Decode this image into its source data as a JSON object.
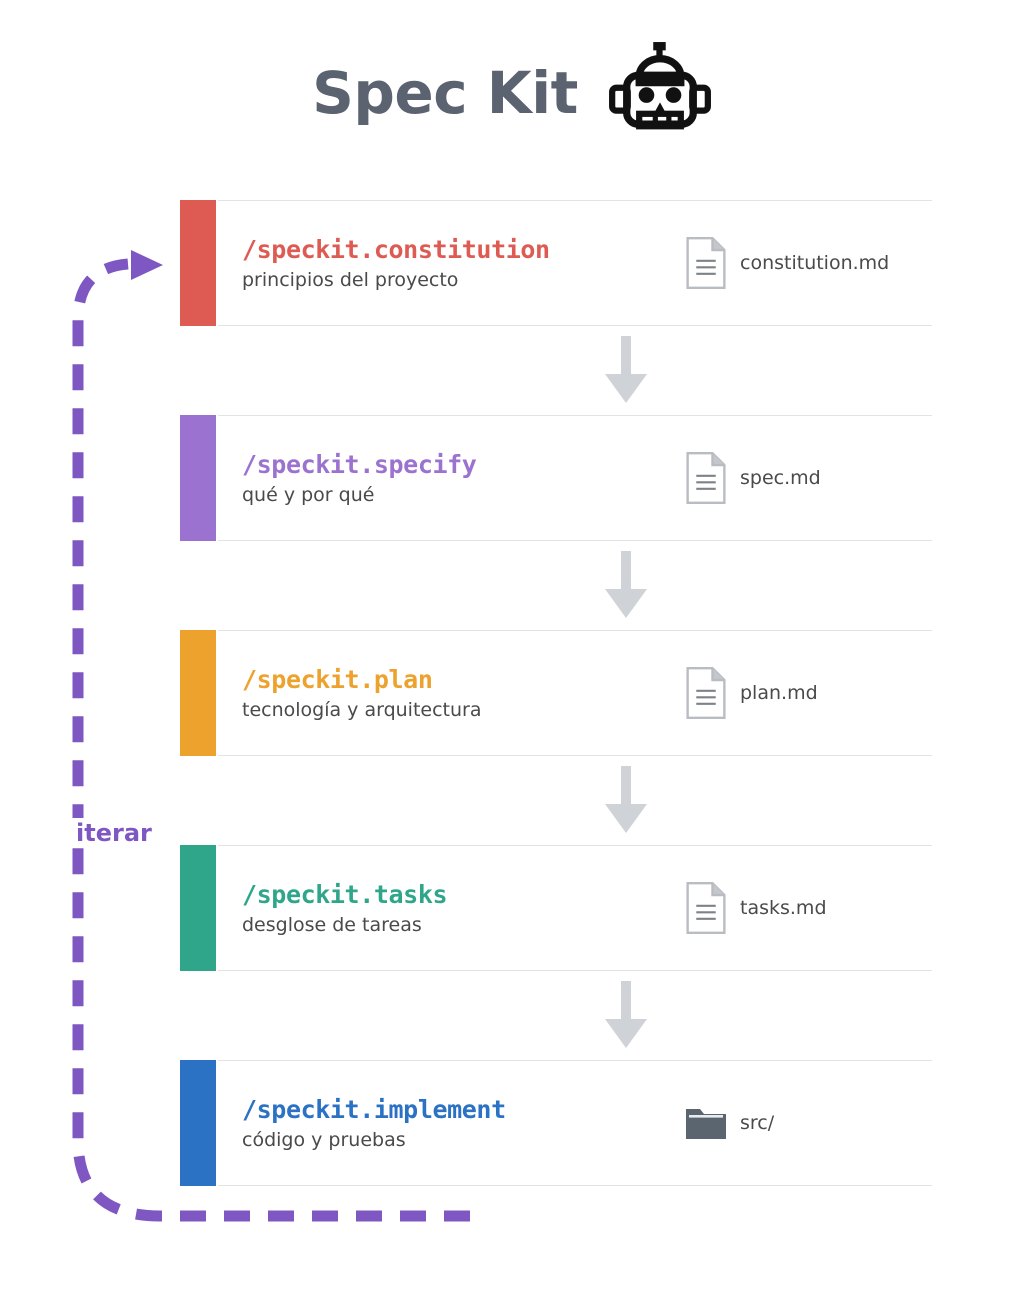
{
  "header": {
    "title": "Spec Kit",
    "robot_icon": "robot-icon",
    "title_color": "#5b6270"
  },
  "loop": {
    "label": "iterar",
    "color": "#7e57c2",
    "style": "dashed",
    "arrowhead": "arrow-right"
  },
  "colors": {
    "constitution": "#dd5b52",
    "specify": "#9b72cf",
    "plan": "#eda22e",
    "tasks": "#2fa68a",
    "implement": "#2c72c4",
    "connector_arrow": "#cfd2d6",
    "card_border": "#e3e3e5",
    "text": "#4a4a4a",
    "background": "#ffffff"
  },
  "steps": [
    {
      "command": "/speckit.constitution",
      "description": "principios del proyecto",
      "artifact": "constitution.md",
      "artifact_type": "file",
      "color": "#dd5b52"
    },
    {
      "command": "/speckit.specify",
      "description": "qué y por qué",
      "artifact": "spec.md",
      "artifact_type": "file",
      "color": "#9b72cf"
    },
    {
      "command": "/speckit.plan",
      "description": "tecnología y arquitectura",
      "artifact": "plan.md",
      "artifact_type": "file",
      "color": "#eda22e"
    },
    {
      "command": "/speckit.tasks",
      "description": "desglose de tareas",
      "artifact": "tasks.md",
      "artifact_type": "file",
      "color": "#2fa68a"
    },
    {
      "command": "/speckit.implement",
      "description": "código y pruebas",
      "artifact": "src/",
      "artifact_type": "folder",
      "color": "#2c72c4"
    }
  ]
}
